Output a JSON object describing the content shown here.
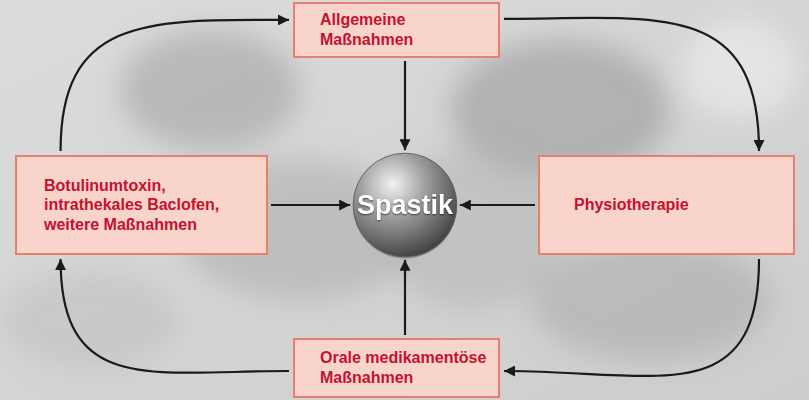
{
  "diagram": {
    "nodes": [
      {
        "text": [
          "Allgemeine Maßnahmen"
        ]
      },
      {
        "text": [
          "Physiotherapie"
        ]
      },
      {
        "text": [
          "Orale medikamentöse Maßnahmen"
        ]
      },
      {
        "text": [
          "Botulinumtoxin, intrathekales Baclofen, weitere Maßnahmen"
        ]
      },
      {
        "text": [
          "Spastik"
        ]
      }
    ],
    "edges": [
      {
        "from": 0,
        "to": 4,
        "arrow": "to"
      },
      {
        "from": 1,
        "to": 4,
        "arrow": "to"
      },
      {
        "from": 2,
        "to": 4,
        "arrow": "to"
      },
      {
        "from": 3,
        "to": 4,
        "arrow": "to"
      },
      {
        "from": 0,
        "to": 1,
        "arrow": "to"
      },
      {
        "from": 1,
        "to": 2,
        "arrow": "to"
      },
      {
        "from": 2,
        "to": 3,
        "arrow": "to"
      },
      {
        "from": 3,
        "to": 0,
        "arrow": "to"
      }
    ]
  }
}
